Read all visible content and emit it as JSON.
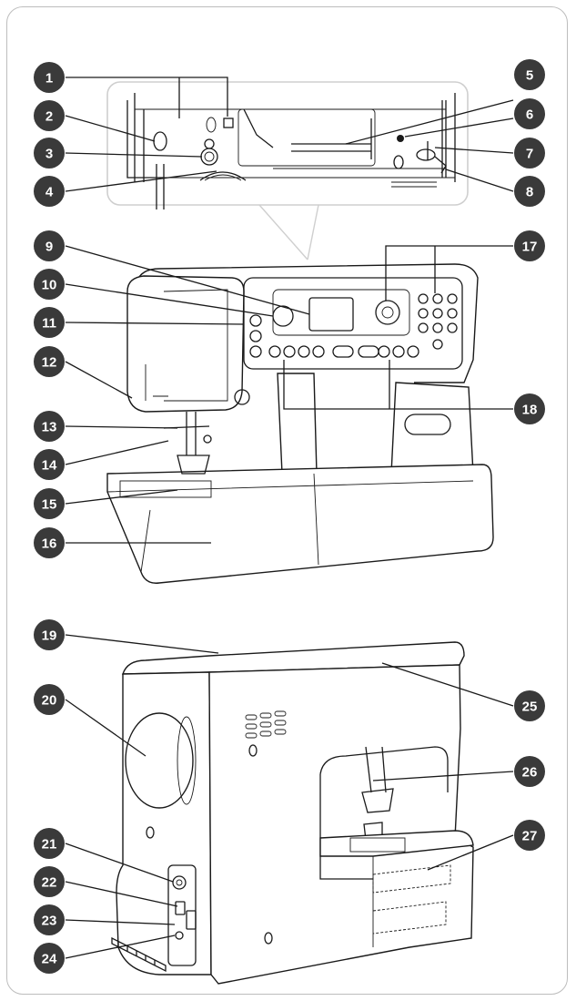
{
  "callouts": [
    {
      "id": "1",
      "label": "1"
    },
    {
      "id": "2",
      "label": "2"
    },
    {
      "id": "3",
      "label": "3"
    },
    {
      "id": "4",
      "label": "4"
    },
    {
      "id": "5",
      "label": "5"
    },
    {
      "id": "6",
      "label": "6"
    },
    {
      "id": "7",
      "label": "7"
    },
    {
      "id": "8",
      "label": "8"
    },
    {
      "id": "9",
      "label": "9"
    },
    {
      "id": "10",
      "label": "10"
    },
    {
      "id": "11",
      "label": "11"
    },
    {
      "id": "12",
      "label": "12"
    },
    {
      "id": "13",
      "label": "13"
    },
    {
      "id": "14",
      "label": "14"
    },
    {
      "id": "15",
      "label": "15"
    },
    {
      "id": "16",
      "label": "16"
    },
    {
      "id": "17",
      "label": "17"
    },
    {
      "id": "18",
      "label": "18"
    },
    {
      "id": "19",
      "label": "19"
    },
    {
      "id": "20",
      "label": "20"
    },
    {
      "id": "21",
      "label": "21"
    },
    {
      "id": "22",
      "label": "22"
    },
    {
      "id": "23",
      "label": "23"
    },
    {
      "id": "24",
      "label": "24"
    },
    {
      "id": "25",
      "label": "25"
    },
    {
      "id": "26",
      "label": "26"
    },
    {
      "id": "27",
      "label": "27"
    }
  ],
  "colors": {
    "callout": "#3a3a3a",
    "line": "#1a1a1a",
    "frame": "#bdbdbd",
    "inset": "#cfcfcf"
  }
}
